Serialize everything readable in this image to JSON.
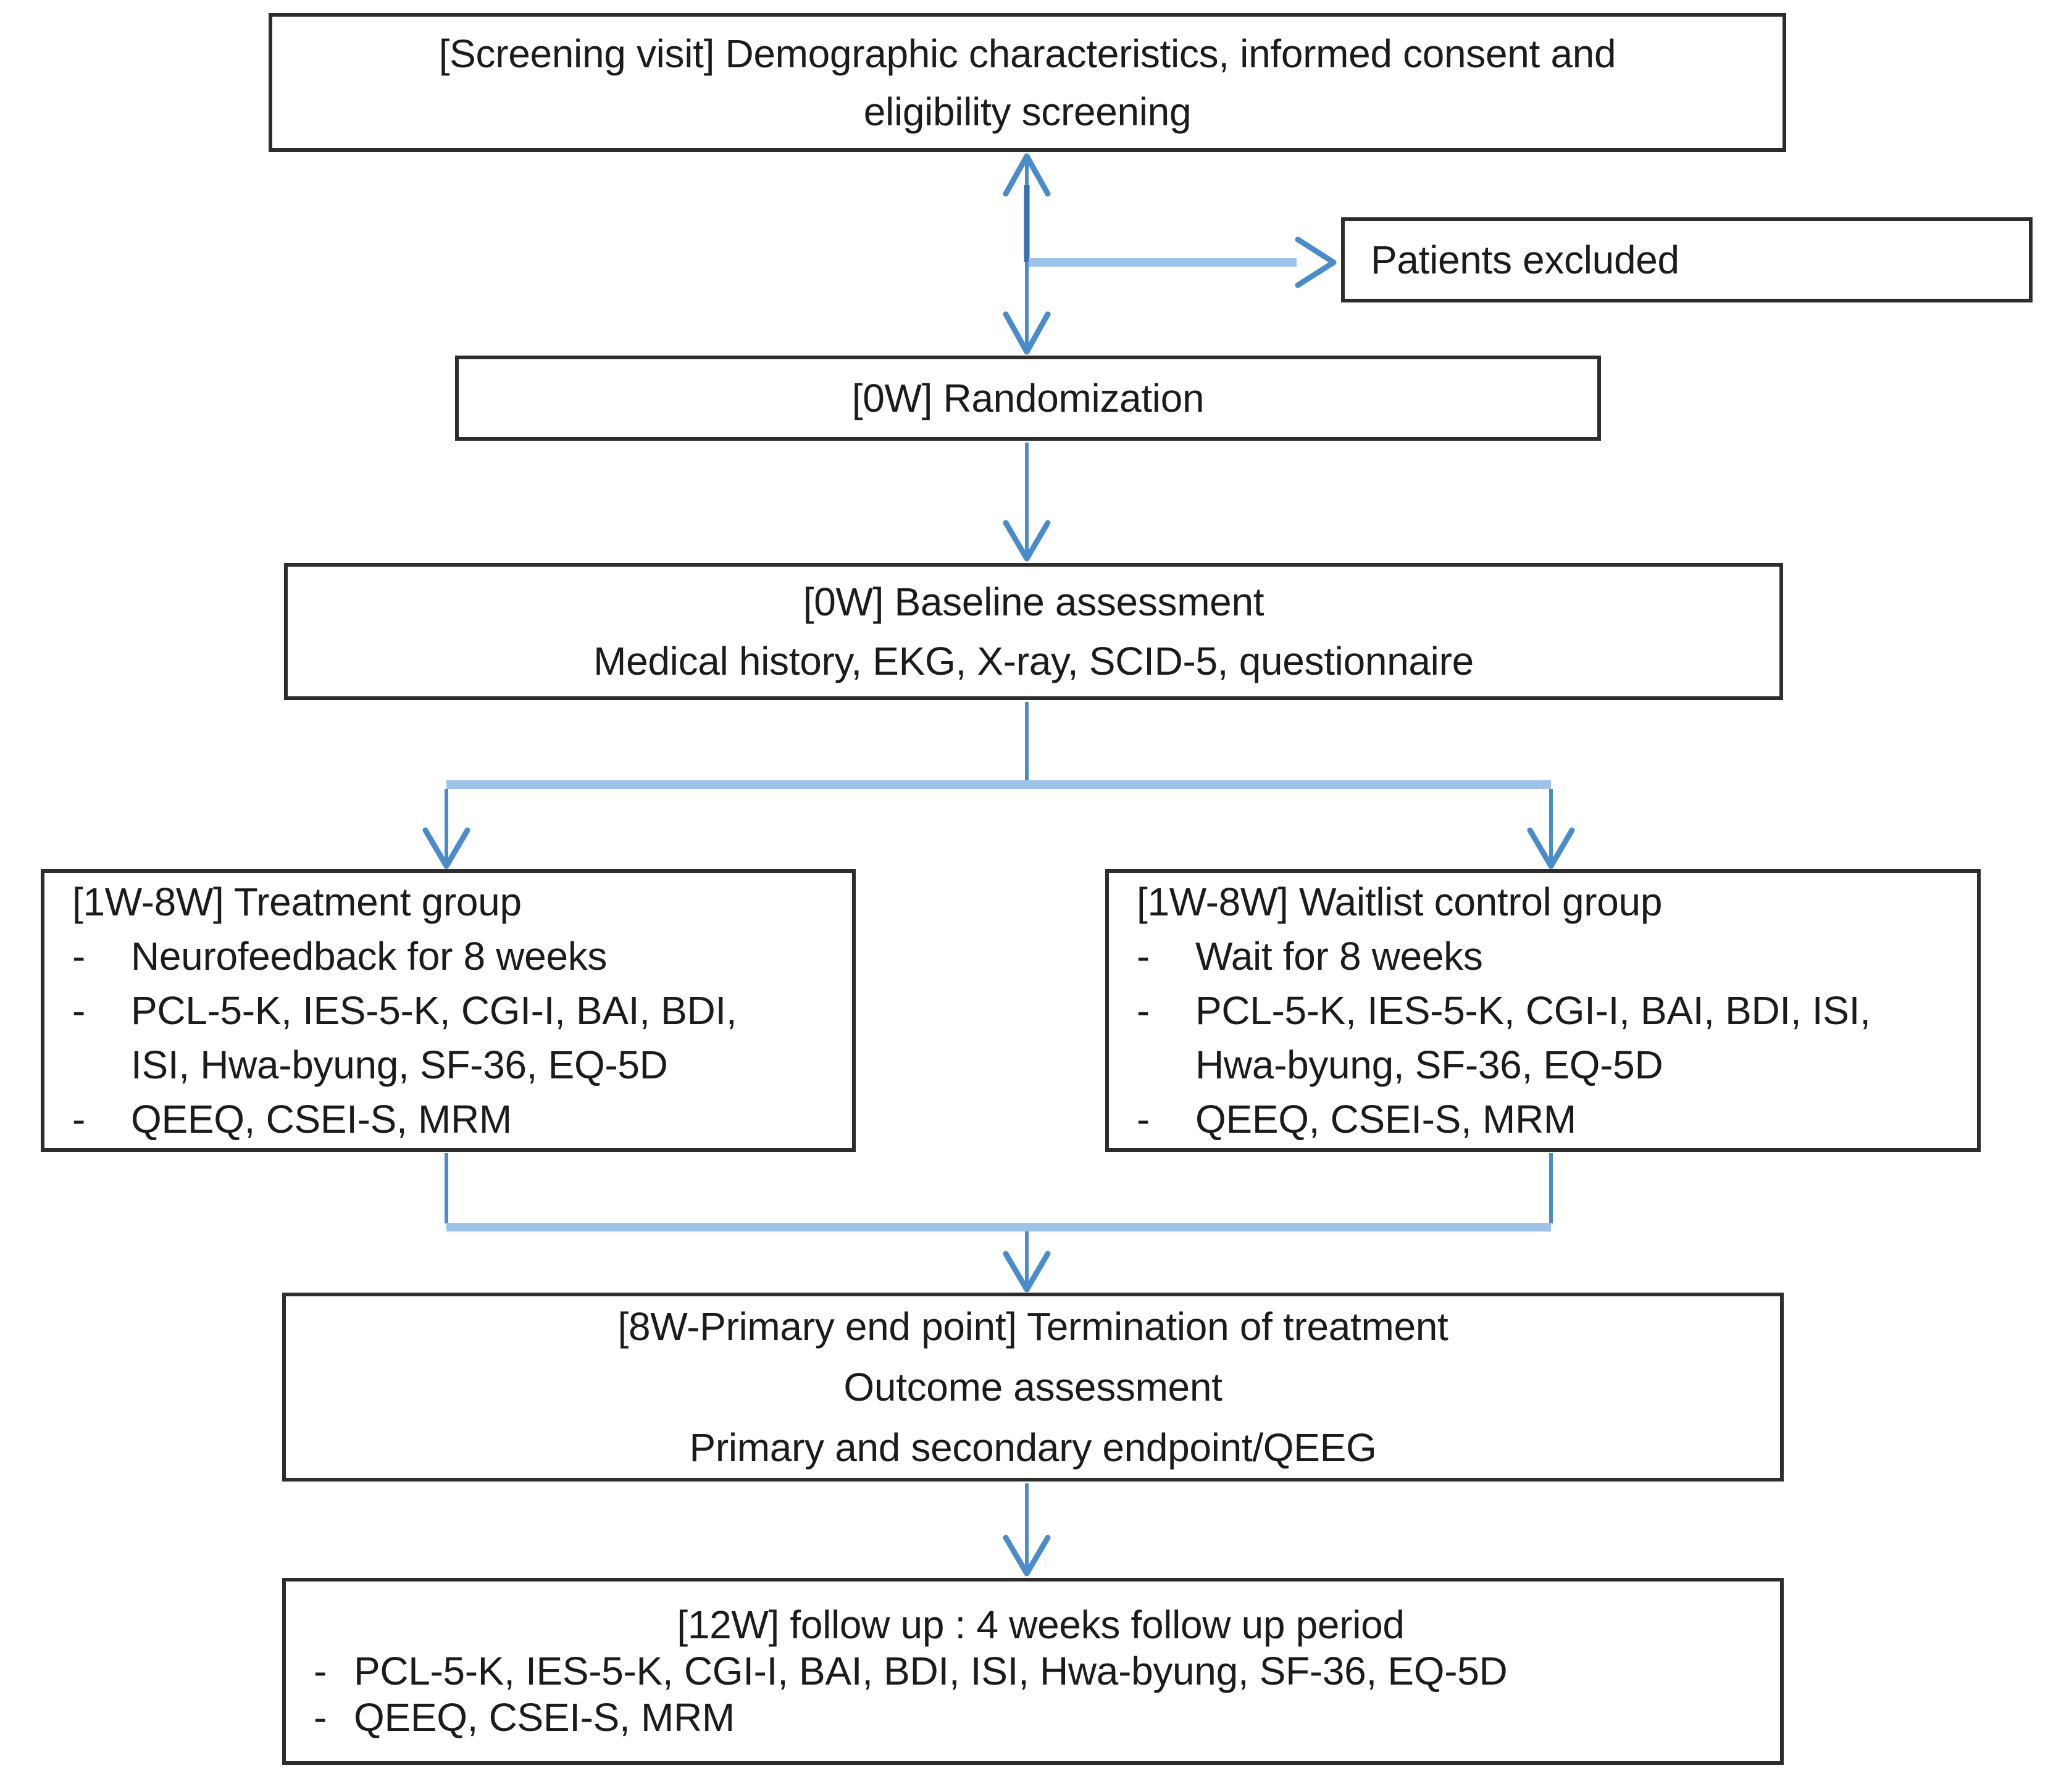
{
  "bullet_marker": "-",
  "colors": {
    "line": "#4a8bc9",
    "line_light": "#9dc4e8",
    "line_dark": "#3670ae",
    "box_border": "#2d2d2d"
  },
  "nodes": {
    "screening": {
      "lines": [
        "[Screening visit] Demographic characteristics, informed consent and",
        "eligibility screening"
      ]
    },
    "excluded": {
      "label": "Patients excluded"
    },
    "randomization": {
      "label": "[0W] Randomization"
    },
    "baseline": {
      "lines": [
        "[0W] Baseline assessment",
        "Medical history, EKG, X-ray, SCID-5, questionnaire"
      ]
    },
    "treatment": {
      "title": "[1W-8W] Treatment group",
      "bullets": [
        {
          "lines": [
            "Neurofeedback for 8 weeks"
          ]
        },
        {
          "lines": [
            "PCL-5-K, IES-5-K, CGI-I, BAI, BDI,",
            "ISI, Hwa-byung, SF-36, EQ-5D"
          ]
        },
        {
          "lines": [
            "QEEQ, CSEI-S, MRM"
          ]
        }
      ]
    },
    "waitlist": {
      "title": "[1W-8W] Waitlist control group",
      "bullets": [
        {
          "lines": [
            "Wait for 8 weeks"
          ]
        },
        {
          "lines": [
            "PCL-5-K, IES-5-K, CGI-I, BAI, BDI, ISI,",
            "Hwa-byung, SF-36, EQ-5D"
          ]
        },
        {
          "lines": [
            "QEEQ, CSEI-S, MRM"
          ]
        }
      ]
    },
    "endpoint": {
      "lines": [
        "[8W-Primary end point] Termination of treatment",
        "Outcome assessment",
        "Primary and secondary endpoint/QEEG"
      ]
    },
    "followup": {
      "title": "[12W] follow up : 4 weeks follow up period",
      "bullets": [
        {
          "lines": [
            "PCL-5-K, IES-5-K, CGI-I, BAI, BDI, ISI, Hwa-byung, SF-36, EQ-5D"
          ]
        },
        {
          "lines": [
            "QEEQ, CSEI-S, MRM"
          ]
        }
      ]
    }
  }
}
